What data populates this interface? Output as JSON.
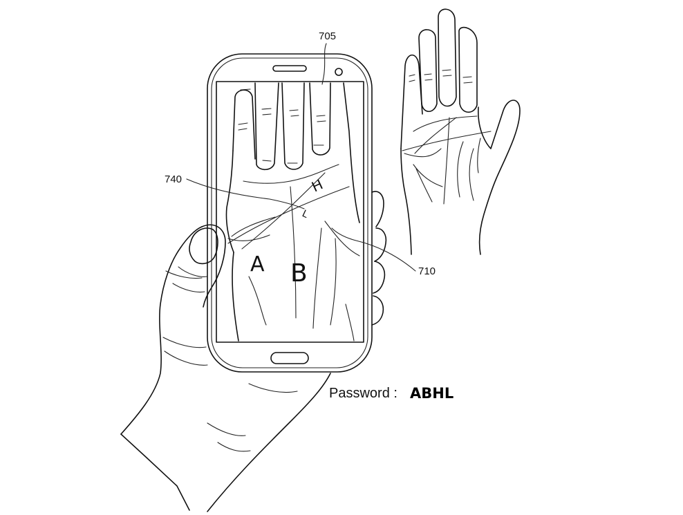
{
  "labels": {
    "ref_705": "705",
    "ref_740": "740",
    "ref_710": "710"
  },
  "password": {
    "label": "Password :",
    "value": "ABHL"
  },
  "palm_letters": {
    "letter_h": "H",
    "letter_l": "L",
    "letter_a": "A",
    "letter_b": "B"
  }
}
